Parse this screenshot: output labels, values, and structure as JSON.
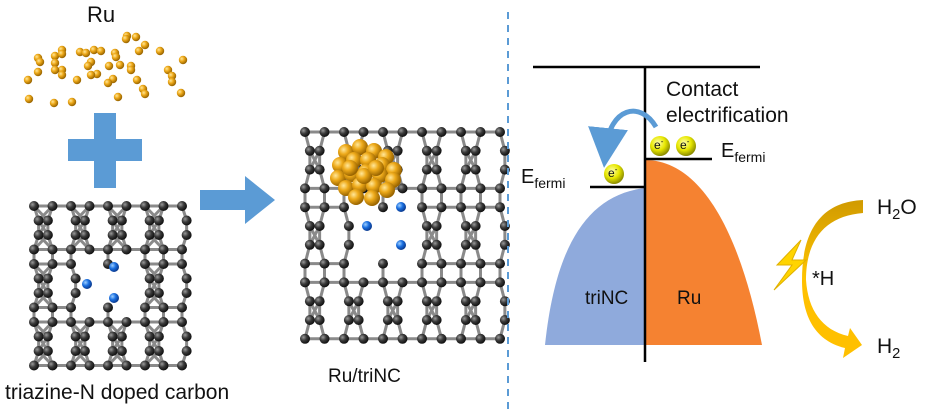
{
  "left_panel": {
    "ru_label": "Ru",
    "substrate_label": "triazine-N doped carbon",
    "product_label": "Ru/triNC",
    "plus_icon": "plus-sign",
    "arrow_icon": "right-arrow"
  },
  "right_panel": {
    "contact_label_line1": "Contact",
    "contact_label_line2": "electrification",
    "efermi_left": {
      "main": "E",
      "sub": "fermi"
    },
    "efermi_right": {
      "main": "E",
      "sub": "fermi"
    },
    "electron_label": "e",
    "electron_sup": "-",
    "trinc_label": "triNC",
    "ru_label": "Ru",
    "h2o_label": {
      "main": "H",
      "sub": "2",
      "tail": "O"
    },
    "h_star_label": "*H",
    "h2_label": {
      "main": "H",
      "sub": "2"
    }
  },
  "colors": {
    "ru_gold": "#E8A317",
    "carbon": "#3a3a3a",
    "nitrogen": "#1a6fe0",
    "arrow_blue": "#5b9bd5",
    "trinc_blue": "#8faadc",
    "ru_orange": "#f58231",
    "divider": "#5b9bd5",
    "electron_yellow": "#e6e600",
    "reaction_gold": "#e0a800"
  }
}
